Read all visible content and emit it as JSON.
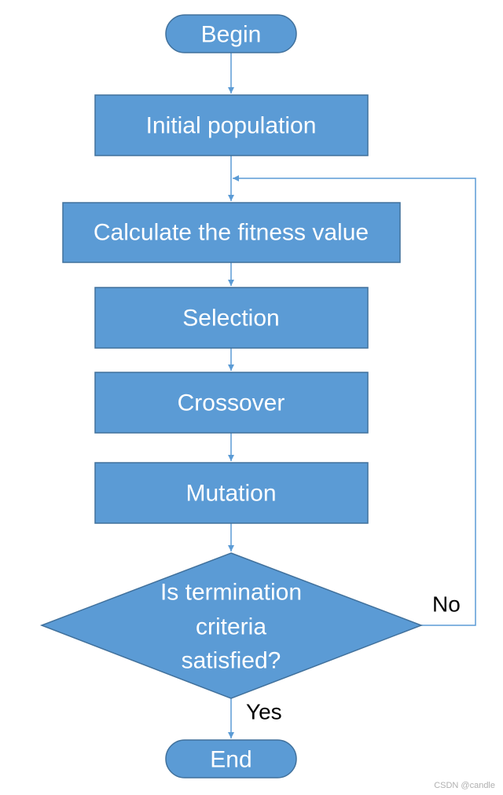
{
  "diagram": {
    "nodes": {
      "begin": "Begin",
      "initial_population": "Initial population",
      "fitness": "Calculate the fitness value",
      "selection": "Selection",
      "crossover": "Crossover",
      "mutation": "Mutation",
      "decision": [
        "Is termination",
        "criteria",
        "satisfied?"
      ],
      "end": "End"
    },
    "edges": {
      "no_label": "No",
      "yes_label": "Yes"
    },
    "colors": {
      "fill": "#5b9bd5",
      "stroke": "#41719c",
      "connector": "#5b9bd5",
      "text": "#ffffff"
    }
  },
  "watermark": "CSDN @candle"
}
